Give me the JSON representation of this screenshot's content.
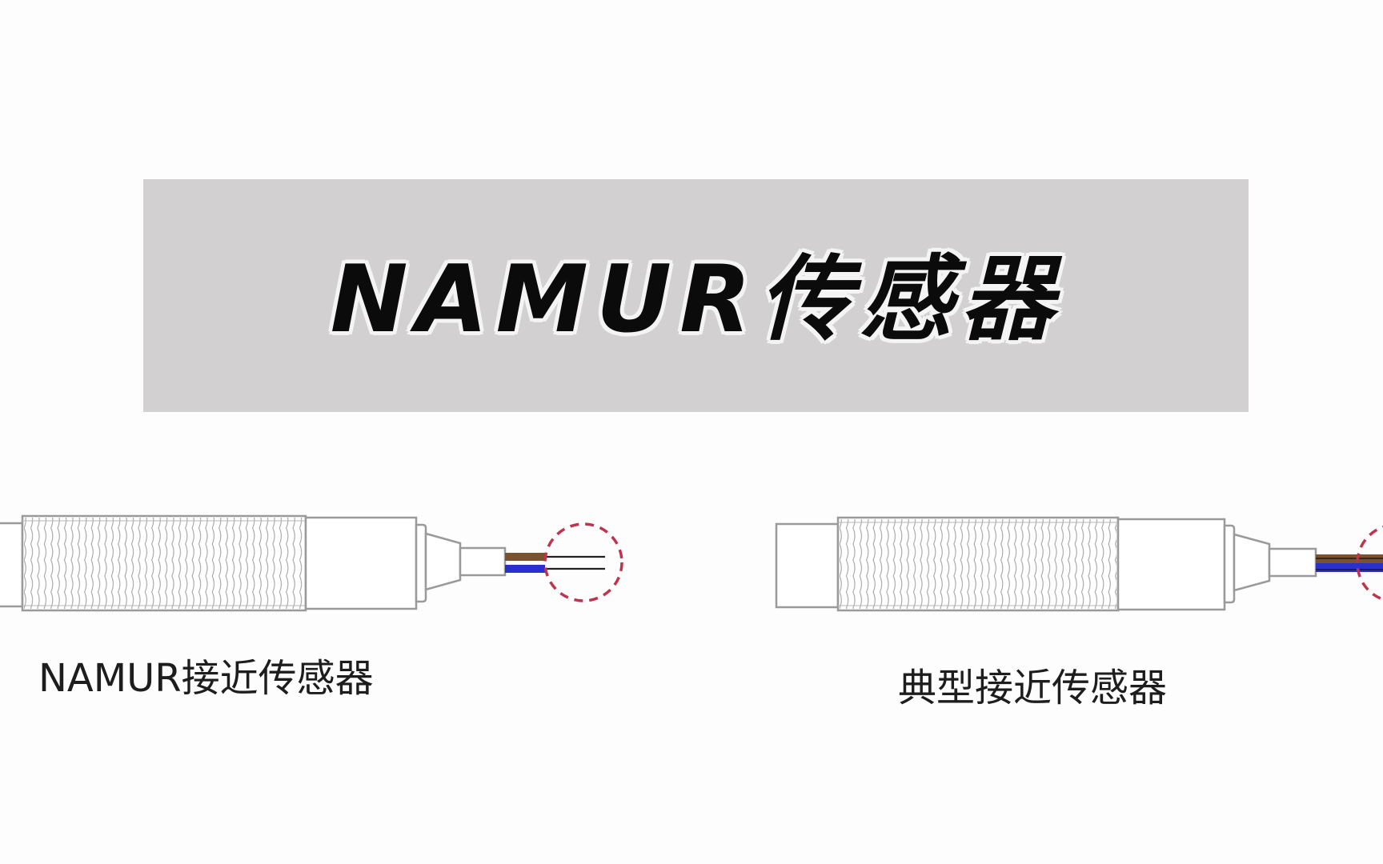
{
  "title": "NAMUR传感器",
  "sensors": [
    {
      "caption": "NAMUR接近传感器",
      "wires": [
        "#7a5230",
        "#2a2fd0"
      ]
    },
    {
      "caption": "典型接近传感器",
      "wires": [
        "#7a5230",
        "#2a2fd0"
      ]
    }
  ],
  "colors": {
    "background": "#fdfdfd",
    "banner": "#d2d0d1",
    "outline": "#9a9a9a",
    "led": "#c8102e",
    "highlight_circle": "#c0334d"
  },
  "icons": [
    "proximity-sensor-drawing",
    "highlight-dashed-circle"
  ]
}
